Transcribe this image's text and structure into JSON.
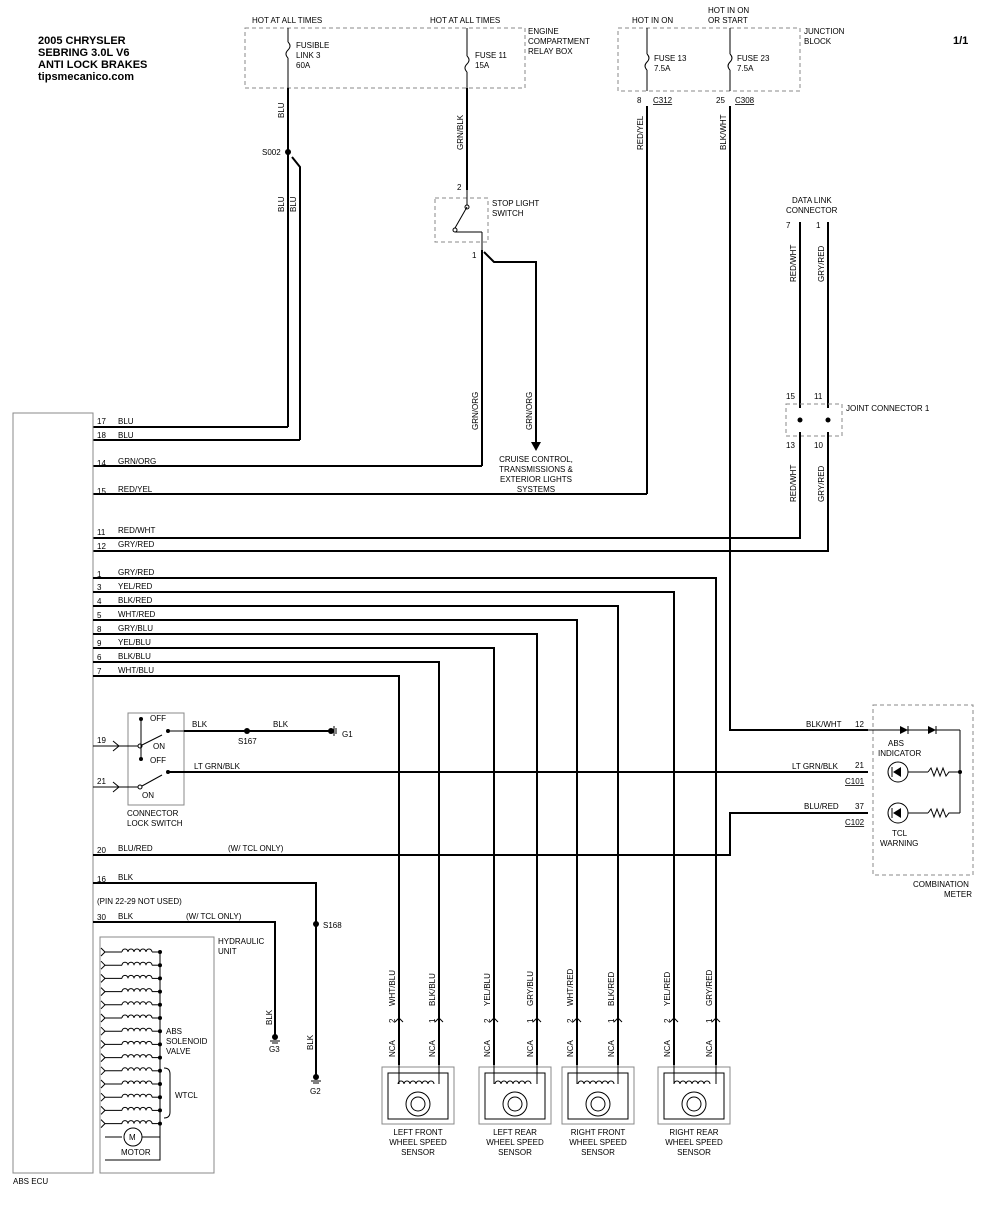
{
  "header": {
    "line1": "2005 CHRYSLER",
    "line2": "SEBRING 3.0L V6",
    "line3": "ANTI LOCK BRAKES",
    "line4": "tipsmecanico.com",
    "page": "1/1"
  },
  "power": {
    "hot1": "HOT AT ALL TIMES",
    "hot2": "HOT AT ALL TIMES",
    "hot3": "HOT IN ON",
    "hot4a": "HOT IN ON",
    "hot4b": "OR START",
    "ecrb1": "ENGINE",
    "ecrb2": "COMPARTMENT",
    "ecrb3": "RELAY BOX",
    "jb1": "JUNCTION",
    "jb2": "BLOCK",
    "fl1": "FUSIBLE",
    "fl2": "LINK 3",
    "fl3": "60A",
    "f11a": "FUSE 11",
    "f11b": "15A",
    "f13a": "FUSE 13",
    "f13b": "7.5A",
    "f23a": "FUSE 23",
    "f23b": "7.5A",
    "pin8": "8",
    "c312": "C312",
    "pin25": "25",
    "c308": "C308"
  },
  "wires": {
    "blu": "BLU",
    "grnblk": "GRN/BLK",
    "redyel": "RED/YEL",
    "blkwht": "BLK/WHT",
    "redwht": "RED/WHT",
    "gryred": "GRY/RED",
    "grnorg": "GRN/ORG",
    "yelred": "YEL/RED",
    "blkred": "BLK/RED",
    "whtred": "WHT/RED",
    "grYblu": "GRY/BLU",
    "yelblu": "YEL/BLU",
    "blkblu": "BLK/BLU",
    "whtblu": "WHT/BLU",
    "blk": "BLK",
    "ltgrnblk": "LT GRN/BLK",
    "blured": "BLU/RED",
    "nca": "NCA"
  },
  "components": {
    "s002": "S002",
    "s167": "S167",
    "s168": "S168",
    "g1": "G1",
    "g2": "G2",
    "g3": "G3",
    "stop1": "STOP LIGHT",
    "stop2": "SWITCH",
    "stopPin2": "2",
    "stopPin1": "1",
    "cruise1": "CRUISE CONTROL,",
    "cruise2": "TRANSMISSIONS &",
    "cruise3": "EXTERIOR LIGHTS",
    "cruise4": "SYSTEMS",
    "dlc1": "DATA LINK",
    "dlc2": "CONNECTOR",
    "dlcPin7": "7",
    "dlcPin1": "1",
    "jc": "JOINT CONNECTOR 1",
    "jcPin15": "15",
    "jcPin11": "11",
    "jcPin13": "13",
    "jcPin10": "10",
    "abs1": "ABS",
    "abs2": "INDICATOR",
    "tcl1": "TCL",
    "tcl2": "WARNING",
    "cm1": "COMBINATION",
    "cm2": "METER",
    "cmPin12": "12",
    "cmPin21": "21",
    "cmPin37": "37",
    "c101": "C101",
    "c102": "C102",
    "off": "OFF",
    "on": "ON",
    "cls1": "CONNECTOR",
    "cls2": "LOCK SWITCH",
    "wtcl_only1": "(W/ TCL ONLY)",
    "wtcl_only2": "(W/ TCL ONLY)",
    "pin_note": "(PIN 22-29 NOT USED)",
    "hyd1": "HYDRAULIC",
    "hyd2": "UNIT",
    "sol1": "ABS",
    "sol2": "SOLENOID",
    "sol3": "VALVE",
    "wtcl": "WTCL",
    "motor": "MOTOR",
    "m": "M",
    "ecu": "ABS ECU"
  },
  "ecu_pins": {
    "p17": "17",
    "p18": "18",
    "p14": "14",
    "p15": "15",
    "p11": "11",
    "p12": "12",
    "p1": "1",
    "p3": "3",
    "p4": "4",
    "p5": "5",
    "p8": "8",
    "p9": "9",
    "p6": "6",
    "p7": "7",
    "p19": "19",
    "p21": "21",
    "p20": "20",
    "p16": "16",
    "p30": "30"
  },
  "sensors": {
    "lf1": "LEFT FRONT",
    "lr1": "LEFT REAR",
    "rf1": "RIGHT FRONT",
    "rr1": "RIGHT REAR",
    "l2": "WHEEL SPEED",
    "l3": "SENSOR",
    "pin2": "2",
    "pin1": "1"
  }
}
